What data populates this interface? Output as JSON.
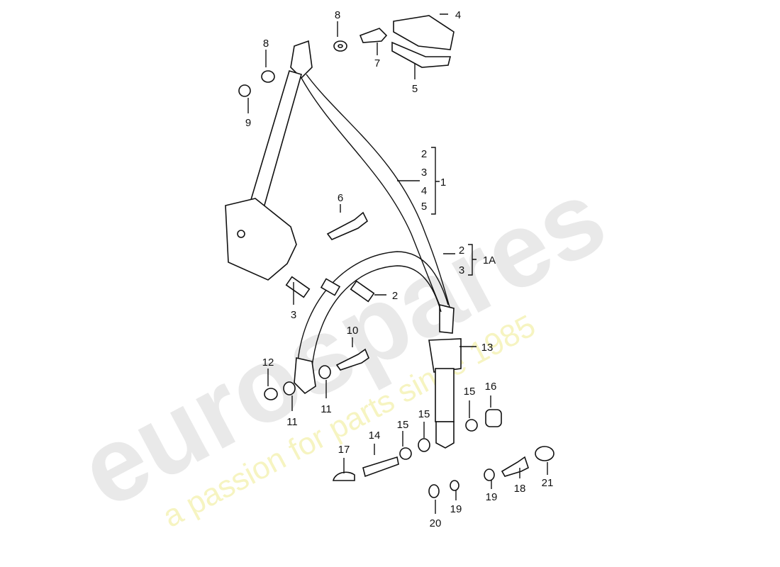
{
  "watermark": {
    "brand": "eurospares",
    "tagline": "a passion for parts since 1985",
    "brand_color": "#e9e9e9",
    "tagline_color": "#f3f0a8"
  },
  "callouts": [
    {
      "id": "c8a",
      "text": "8"
    },
    {
      "id": "c4",
      "text": "4"
    },
    {
      "id": "c7",
      "text": "7"
    },
    {
      "id": "c5",
      "text": "5"
    },
    {
      "id": "c8b",
      "text": "8"
    },
    {
      "id": "c9",
      "text": "9"
    },
    {
      "id": "c6",
      "text": "6"
    },
    {
      "id": "g1_2",
      "text": "2"
    },
    {
      "id": "g1_3",
      "text": "3"
    },
    {
      "id": "g1_4",
      "text": "4"
    },
    {
      "id": "g1_5",
      "text": "5"
    },
    {
      "id": "g1",
      "text": "1"
    },
    {
      "id": "g1a_2",
      "text": "2"
    },
    {
      "id": "g1a_3",
      "text": "3"
    },
    {
      "id": "g1a",
      "text": "1A"
    },
    {
      "id": "c3",
      "text": "3"
    },
    {
      "id": "c2",
      "text": "2"
    },
    {
      "id": "c10",
      "text": "10"
    },
    {
      "id": "c13",
      "text": "13"
    },
    {
      "id": "c12",
      "text": "12"
    },
    {
      "id": "c11a",
      "text": "11"
    },
    {
      "id": "c11b",
      "text": "11"
    },
    {
      "id": "c15a",
      "text": "15"
    },
    {
      "id": "c16",
      "text": "16"
    },
    {
      "id": "c15b",
      "text": "15"
    },
    {
      "id": "c15c",
      "text": "15"
    },
    {
      "id": "c14",
      "text": "14"
    },
    {
      "id": "c17",
      "text": "17"
    },
    {
      "id": "c18",
      "text": "18"
    },
    {
      "id": "c19a",
      "text": "19"
    },
    {
      "id": "c19b",
      "text": "19"
    },
    {
      "id": "c20",
      "text": "20"
    },
    {
      "id": "c21",
      "text": "21"
    }
  ]
}
